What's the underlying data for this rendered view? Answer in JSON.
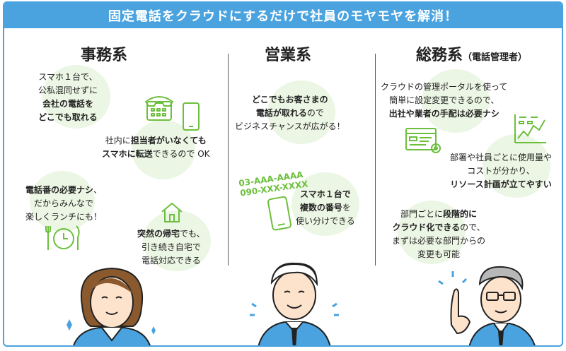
{
  "banner": {
    "title": "固定電話をクラウドにするだけで社員のモヤモヤを解消！"
  },
  "columns": {
    "office": {
      "title": "事務系"
    },
    "sales": {
      "title": "営業系"
    },
    "general": {
      "title": "総務系",
      "subtitle": "（電話管理者）"
    }
  },
  "office": {
    "p1": {
      "l1": "スマホ１台で、",
      "l2": "公私混同せずに",
      "l3": "会社の電話を",
      "l4": "どこでも取れる"
    },
    "p2": {
      "l1a": "社内に",
      "l1b": "担当者がいなくても",
      "l2a": "スマホに転送",
      "l2b": "できるので OK"
    },
    "p3": {
      "l1": "電話番の必要ナシ",
      "l1b": "、",
      "l2": "だからみんなで",
      "l3": "楽しくランチにも！"
    },
    "p4": {
      "l1a": "突然の帰宅",
      "l1b": "でも、",
      "l2": "引き続き自宅で",
      "l3": "電話対応できる"
    }
  },
  "sales": {
    "p1": {
      "l1": "どこでもお客さまの",
      "l2a": "電話が取れる",
      "l2b": "ので",
      "l3": "ビジネスチャンスが広がる！"
    },
    "numbers": {
      "n1": "03-AAA-AAAA",
      "n2": "090-XXX-XXXX"
    },
    "p2": {
      "l1": "スマホ１台で",
      "l2a": "複数の番号",
      "l2b": "を",
      "l3": "使い分けできる"
    }
  },
  "general": {
    "p1": {
      "l1": "クラウドの管理ポータルを使って",
      "l2": "簡単に設定変更できるので、",
      "l3": "出社や業者の手配は必要ナシ"
    },
    "p2": {
      "l1": "部署や社員ごとに使用量や",
      "l2": "コストが分かり、",
      "l3": "リソース計画が立てやすい"
    },
    "p3": {
      "l1a": "部門ごとに",
      "l1b": "段階的に",
      "l2a": "クラウド化できる",
      "l2b": "ので、",
      "l3": "まずは必要な部門からの",
      "l4": "変更も可能"
    }
  },
  "colors": {
    "accent": "#4aa3df",
    "icon_green": "#6cbf3c",
    "blob": "#ecf6e4"
  },
  "icons": [
    "desk-phone-icon",
    "smartphone-icon",
    "house-icon",
    "lunch-clock-icon",
    "phone-numbers-icon",
    "admin-portal-icon",
    "usage-chart-icon"
  ]
}
